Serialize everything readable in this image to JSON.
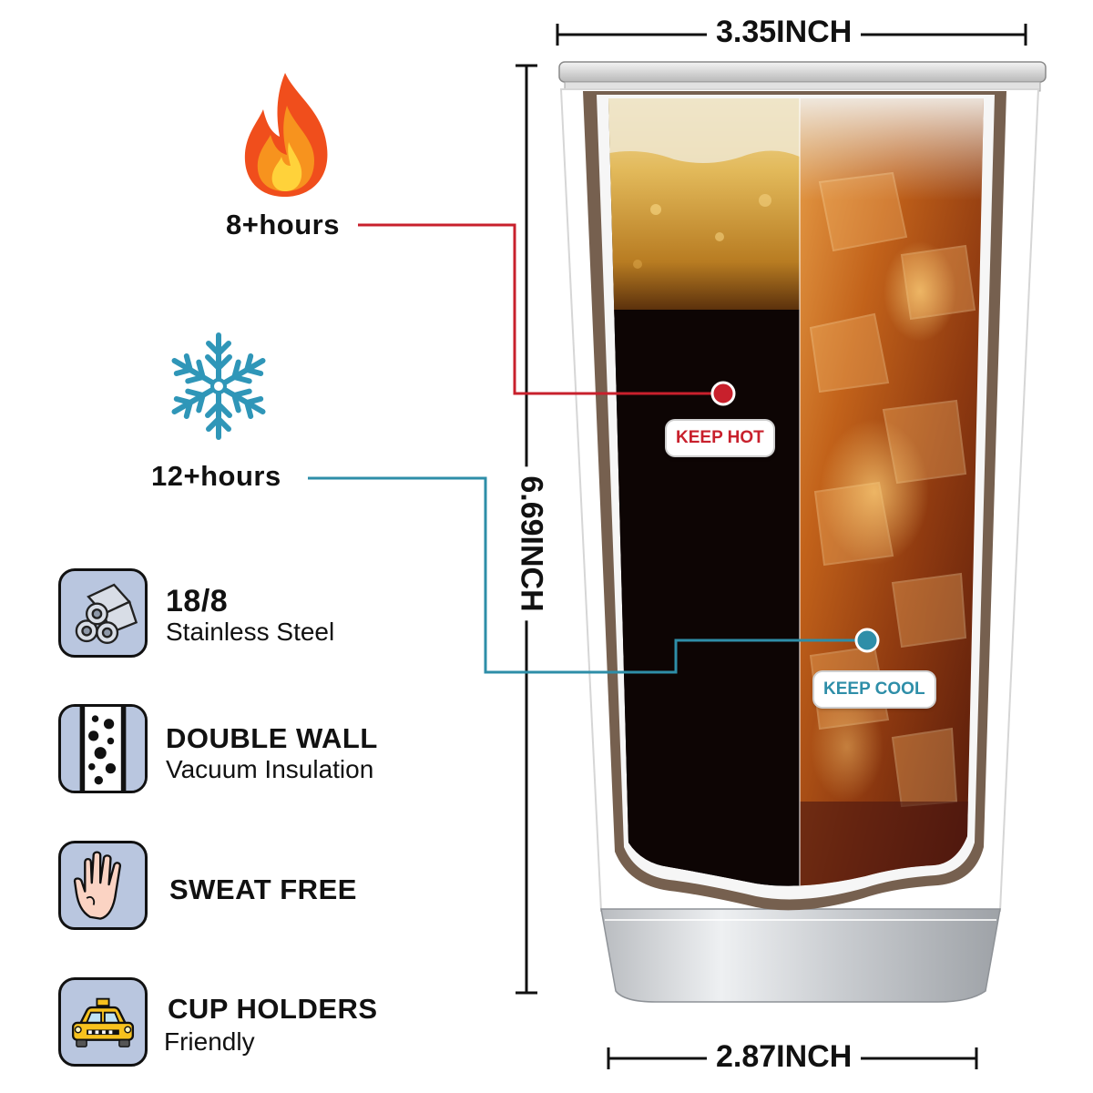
{
  "dimensions": {
    "top_width": "3.35INCH",
    "height": "6.69INCH",
    "bottom_width": "2.87INCH"
  },
  "hot": {
    "hours": "8+hours",
    "badge": "KEEP HOT",
    "icon": "fire-icon",
    "color": "#c8202c"
  },
  "cold": {
    "hours": "12+hours",
    "badge": "KEEP COOL",
    "icon": "snowflake-icon",
    "color": "#2e8ea8"
  },
  "features": [
    {
      "title": "18/8",
      "subtitle": "Stainless Steel",
      "icon": "steel-pipes-icon"
    },
    {
      "title": "DOUBLE WALL",
      "subtitle": "Vacuum Insulation",
      "icon": "double-wall-icon"
    },
    {
      "title": "SWEAT FREE",
      "subtitle": "",
      "icon": "hand-icon"
    },
    {
      "title": "CUP HOLDERS",
      "subtitle": "Friendly",
      "icon": "taxi-car-icon"
    }
  ],
  "colors": {
    "wall": "#76604f",
    "box_fill": "#b9c6df",
    "coffee": "#120807",
    "tea": "#8a3a10"
  }
}
